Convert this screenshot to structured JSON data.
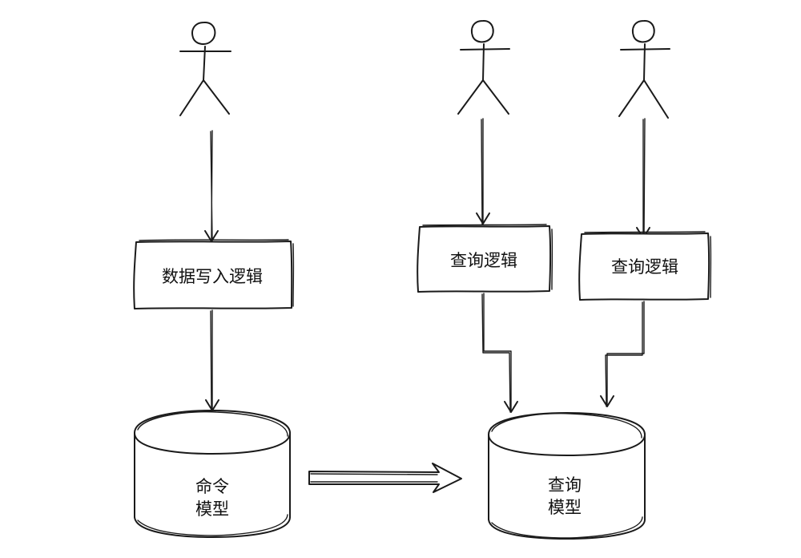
{
  "actors": [
    {
      "id": "writer"
    },
    {
      "id": "reader-1"
    },
    {
      "id": "reader-2"
    }
  ],
  "boxes": {
    "write_logic": "数据写入逻辑",
    "query_logic_1": "查询逻辑",
    "query_logic_2": "查询逻辑"
  },
  "databases": {
    "command_model": {
      "line1": "命令",
      "line2": "模型"
    },
    "query_model": {
      "line1": "查询",
      "line2": "模型"
    }
  },
  "style": {
    "ink_color": "#1a1a1a",
    "background": "#ffffff"
  }
}
